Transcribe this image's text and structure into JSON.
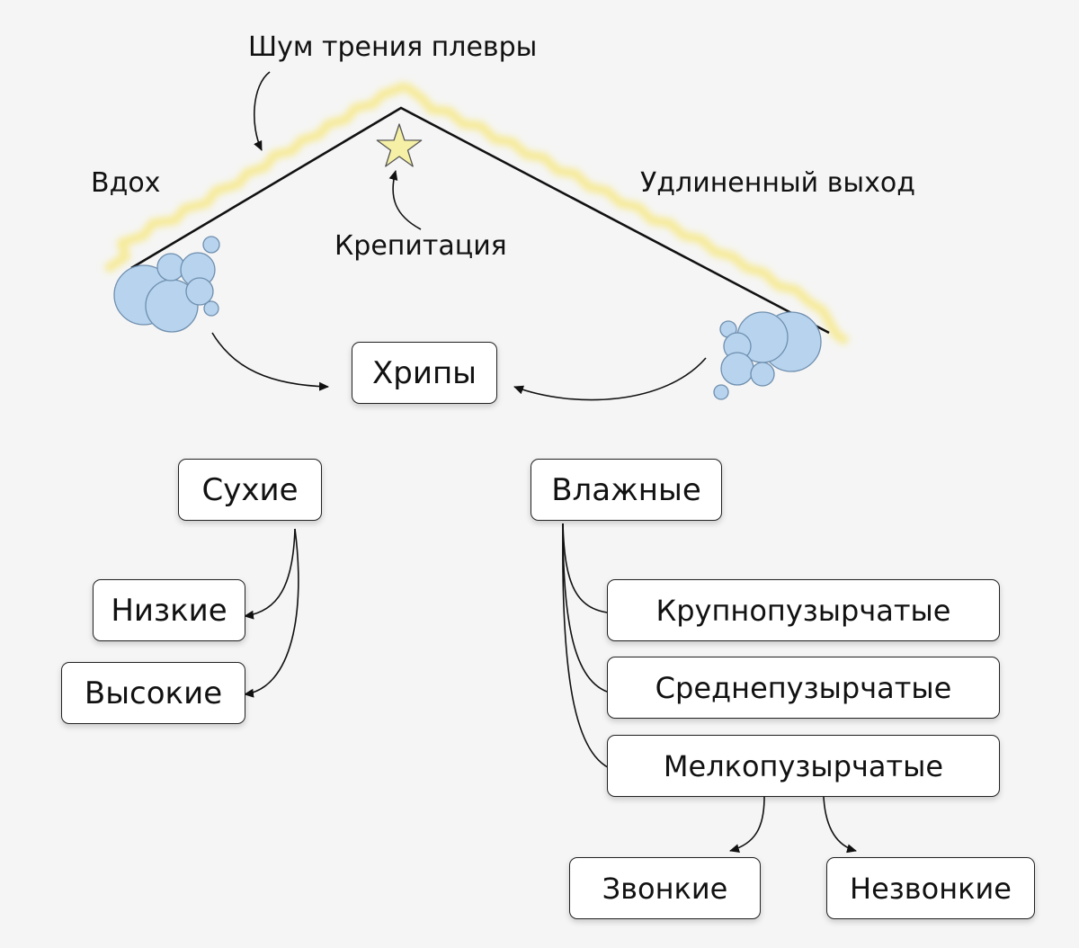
{
  "labels": {
    "friction": "Шум трения плевры",
    "inhale": "Вдох",
    "exhale": "Удлиненный выход",
    "crepitation": "Крепитация"
  },
  "nodes": {
    "rales": "Хрипы",
    "dry": "Сухие",
    "moist": "Влажные",
    "low": "Низкие",
    "high": "Высокие",
    "coarse": "Крупнопузырчатые",
    "medium": "Среднепузырчатые",
    "fine": "Мелкопузырчатые",
    "sonorous": "Звонкие",
    "nonsonorous": "Незвонкие"
  },
  "colors": {
    "bubble_fill": "#b7d3ee",
    "bubble_stroke": "#6f8fae",
    "star_fill": "#f5f0a6",
    "glow": "#f6e98a",
    "line": "#111111"
  }
}
